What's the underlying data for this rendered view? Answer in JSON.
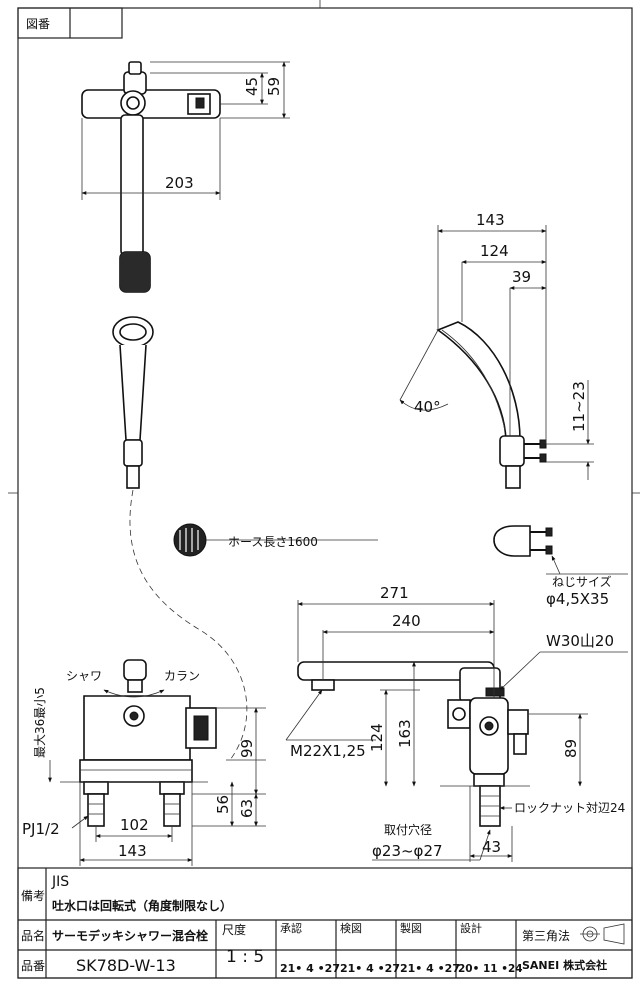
{
  "header": {
    "zuban": "図番"
  },
  "dims": {
    "d45": "45",
    "d59": "59",
    "d203": "203",
    "d143a": "143",
    "d124a": "124",
    "d39": "39",
    "angle": "40°",
    "d11_23": "11~23",
    "hose": "ホース長さ1600",
    "screw_label": "ねじサイズ",
    "screw_size": "φ4,5X35",
    "d271": "271",
    "d240": "240",
    "w30": "W30山20",
    "m22": "M22X1,25",
    "d124b": "124",
    "d163": "163",
    "d89": "89",
    "d99": "99",
    "d56": "56",
    "d63": "63",
    "pj": "PJ1/2",
    "d102": "102",
    "d143b": "143",
    "maxmin": "最大36最小5",
    "shower": "シャワ",
    "faucet": "カラン",
    "locknut": "ロックナット対辺24",
    "hole_label": "取付穴径",
    "hole_size": "φ23~φ27",
    "d43": "43"
  },
  "title_block": {
    "biko_label": "備考",
    "biko_1": "JIS",
    "biko_2": "吐水口は回転式（角度制限なし）",
    "hinmei_label": "品名",
    "hinmei": "サーモデッキシャワー混合栓",
    "hinban_label": "品番",
    "hinban": "SK78D-W-13",
    "scale_label": "尺度",
    "scale": "1 : 5",
    "approve_label": "承認",
    "approve_date": "21• 4 •27",
    "check_label": "検図",
    "check_date": "21• 4 •27",
    "draw_label": "製図",
    "draw_date": "21• 4 •27",
    "design_label": "設計",
    "design_date": "20• 11 •24",
    "projection": "第三角法",
    "company": "SANEI 株式会社"
  }
}
